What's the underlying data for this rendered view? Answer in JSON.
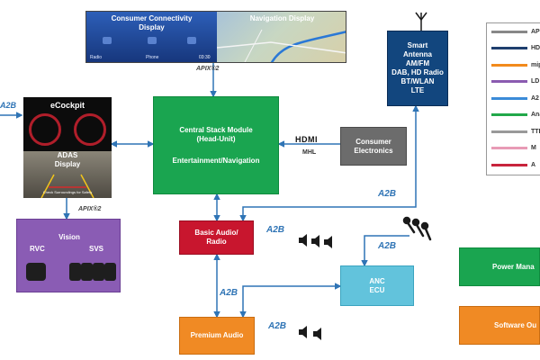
{
  "top_display": {
    "left_title": "Consumer Connectivity\nDisplay",
    "right_title": "Navigation Display",
    "screen_labels": [
      "Radio",
      "Phone",
      "03:30"
    ]
  },
  "apix_top": "APIX®2",
  "apix_vision": "APIX®2",
  "ecockpit": {
    "title": "eCockpit",
    "adas": "ADAS\nDisplay",
    "note": "Check Surroundings for Safety"
  },
  "vision": {
    "title": "Vision",
    "rvc": "RVC",
    "svs": "SVS"
  },
  "head_unit": {
    "title": "Central Stack Module\n(Head-Unit)",
    "subtitle": "Entertainment/Navigation"
  },
  "consumer_electronics": {
    "title": "Consumer\nElectronics",
    "hdmi": "HDMI",
    "mhl": "MHL"
  },
  "smart_antenna": {
    "title": "Smart\nAntenna\nAM/FM\nDAB, HD Radio\nBT/WLAN\nLTE"
  },
  "basic_audio": {
    "title": "Basic Audio/\nRadio"
  },
  "anc_ecu": {
    "title": "ANC\nECU"
  },
  "premium_audio": {
    "title": "Premium Audio"
  },
  "a2b_badge": "A2B",
  "right_boxes": {
    "power": "Power Mana",
    "software": "Software Ou"
  },
  "legend": [
    {
      "text": "AP",
      "color": "#888888"
    },
    {
      "text": "HD",
      "color": "#1f3f6e"
    },
    {
      "text": "mipi a",
      "color": "#f28a1c"
    },
    {
      "text": "LD",
      "color": "#8a5bb0"
    },
    {
      "text": "A2",
      "color": "#3b8bd8"
    },
    {
      "text": "Ana",
      "color": "#22a84a"
    },
    {
      "text": "TTL",
      "color": "#999999"
    },
    {
      "text": "M",
      "color": "#e89bb6"
    },
    {
      "text": "A",
      "color": "#c8243c"
    }
  ],
  "colors": {
    "green": "#1aa550",
    "darkblue": "#12467e",
    "red": "#c8162e",
    "orange": "#f08a24",
    "lightblue": "#62c3dc",
    "purple": "#8a5cb4",
    "grey": "#6c6c6c",
    "wire": "#2f74b5"
  }
}
